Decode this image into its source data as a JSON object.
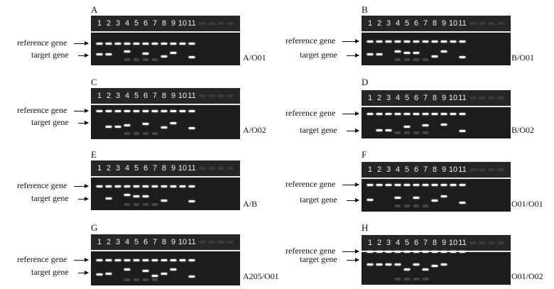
{
  "reference_gene_label": "reference gene",
  "target_gene_label": "target gene",
  "lanes": [
    "1",
    "2",
    "3",
    "4",
    "5",
    "6",
    "7",
    "8",
    "9",
    "10",
    "11"
  ],
  "panels": [
    {
      "letter": "A",
      "combo": "A/O01",
      "ref": [
        1,
        1,
        1,
        1,
        1,
        1,
        1,
        1,
        1,
        1,
        1
      ],
      "target": [
        0.62,
        0.62,
        null,
        0.55,
        null,
        0.6,
        null,
        0.7,
        0.58,
        null,
        0.72
      ]
    },
    {
      "letter": "B",
      "combo": "B/O01",
      "ref": [
        1,
        1,
        1,
        1,
        1,
        1,
        1,
        1,
        1,
        1,
        1
      ],
      "target": [
        0.62,
        0.62,
        null,
        0.55,
        0.58,
        0.58,
        null,
        0.7,
        0.55,
        null,
        0.72
      ]
    },
    {
      "letter": "C",
      "combo": "A/O02",
      "ref": [
        1,
        1,
        1,
        1,
        1,
        1,
        1,
        1,
        1,
        1,
        1
      ],
      "target": [
        null,
        0.6,
        0.6,
        0.56,
        null,
        0.52,
        null,
        0.62,
        0.5,
        null,
        0.65
      ]
    },
    {
      "letter": "D",
      "combo": "B/O02",
      "ref": [
        1,
        1,
        1,
        1,
        1,
        1,
        1,
        1,
        1,
        1,
        1
      ],
      "target": [
        null,
        0.7,
        0.7,
        null,
        0.6,
        null,
        0.55,
        null,
        0.52,
        null,
        0.72
      ]
    },
    {
      "letter": "E",
      "combo": "A/B",
      "ref": [
        1,
        1,
        1,
        1,
        1,
        1,
        1,
        1,
        1,
        1,
        1
      ],
      "target": [
        null,
        0.6,
        null,
        0.5,
        0.55,
        0.55,
        null,
        0.68,
        null,
        null,
        0.7
      ]
    },
    {
      "letter": "F",
      "combo": "O01/O01",
      "ref": [
        1,
        1,
        1,
        1,
        1,
        1,
        1,
        1,
        1,
        1,
        1
      ],
      "target": [
        0.6,
        null,
        null,
        0.55,
        null,
        0.55,
        null,
        0.62,
        0.5,
        null,
        0.7
      ]
    },
    {
      "letter": "G",
      "combo": "A205/O01",
      "ref": [
        1,
        1,
        1,
        1,
        1,
        1,
        1,
        1,
        1,
        1,
        1
      ],
      "target": [
        0.65,
        0.62,
        null,
        0.5,
        null,
        0.55,
        0.68,
        0.62,
        0.5,
        null,
        0.7
      ]
    },
    {
      "letter": "H",
      "combo": "O01/O02",
      "ref": [
        1,
        1,
        1,
        1,
        1,
        1,
        1,
        1,
        1,
        1,
        1
      ],
      "target": [
        0.35,
        0.35,
        0.35,
        0.35,
        0.5,
        0.35,
        0.5,
        0.4,
        0.35,
        null,
        null
      ]
    }
  ]
}
